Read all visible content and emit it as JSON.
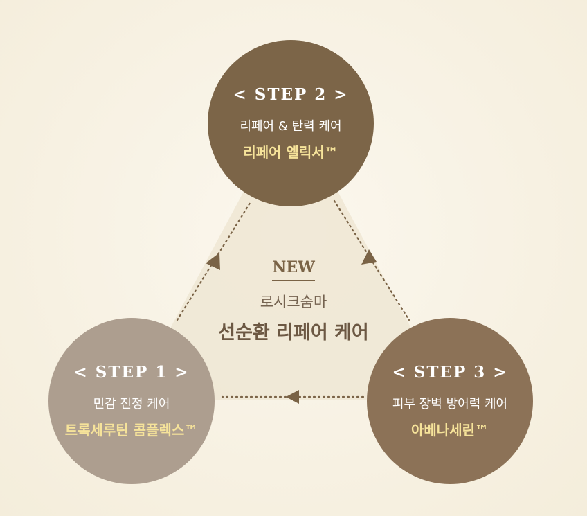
{
  "center": {
    "badge": "NEW",
    "subtitle": "로시크숨마",
    "title": "선순환 리페어 케어"
  },
  "steps": [
    {
      "label": "< STEP 1 >",
      "description": "민감 진정 케어",
      "product": "트록세루틴 콤플렉스™",
      "color": "#ad9e8f"
    },
    {
      "label": "< STEP 2 >",
      "description": "리페어 & 탄력 케어",
      "product": "리페어 엘릭서™",
      "color": "#7c6548"
    },
    {
      "label": "< STEP 3 >",
      "description": "피부 장벽 방어력 케어",
      "product": "아베나세린™",
      "color": "#8c7257"
    }
  ],
  "colors": {
    "background": "#f8f3e6",
    "triangle": "#f1e8d8",
    "product_highlight": "#f6e39a",
    "arrow": "#7a6346"
  }
}
